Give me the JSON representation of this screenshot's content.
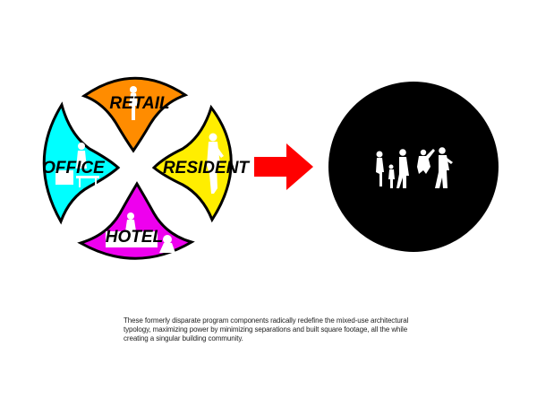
{
  "segments": [
    {
      "id": "retail",
      "label": "RETAIL",
      "color": "#ff8c00"
    },
    {
      "id": "office",
      "label": "OFFICE",
      "color": "#00ffff"
    },
    {
      "id": "resident",
      "label": "RESIDENT",
      "color": "#ffee00"
    },
    {
      "id": "hotel",
      "label": "HOTEL",
      "color": "#ee00ee"
    }
  ],
  "arrow_color": "#ff0000",
  "result_circle_color": "#000000",
  "caption": "These formerly disparate program components radically redefine the mixed-use architectural typology, maximizing power by minimizing separations and built square footage, all the while creating a singular building community."
}
